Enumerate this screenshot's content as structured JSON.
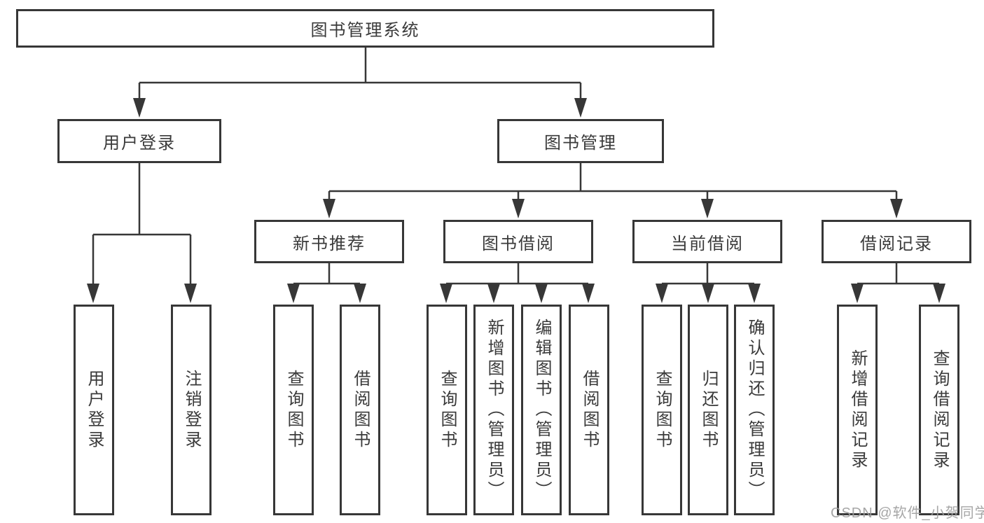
{
  "diagram": {
    "title": "图书管理系统",
    "tree": {
      "root": "图书管理系统",
      "user_login": {
        "label": "用户登录",
        "children": [
          "用户登录",
          "注销登录"
        ]
      },
      "book_mgmt": {
        "label": "图书管理",
        "groups": [
          {
            "label": "新书推荐",
            "children": [
              "查询图书",
              "借阅图书"
            ]
          },
          {
            "label": "图书借阅",
            "children": [
              "查询图书",
              "新增图书（管理员）",
              "编辑图书（管理员）",
              "借阅图书"
            ]
          },
          {
            "label": "当前借阅",
            "children": [
              "查询图书",
              "归还图书",
              "确认归还（管理员）"
            ]
          },
          {
            "label": "借阅记录",
            "children": [
              "新增借阅记录",
              "查询借阅记录"
            ]
          }
        ]
      }
    },
    "line_color": "#373737",
    "text_color": "#3a3a3a",
    "background_color": "#ffffff"
  },
  "watermark": {
    "text": "CSDN @软件_小贺同学"
  }
}
